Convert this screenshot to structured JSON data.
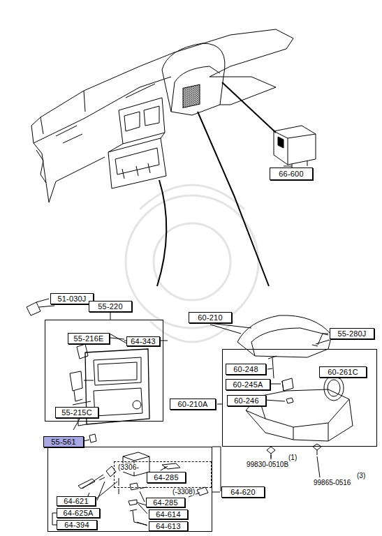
{
  "diagram": {
    "nodes": [
      {
        "text": [
          "66-600"
        ]
      },
      {
        "text": [
          "51-030J"
        ]
      },
      {
        "text": [
          "55-220"
        ]
      },
      {
        "text": [
          "55-216E"
        ],
        "in": 2
      },
      {
        "text": [
          "64-343"
        ],
        "in": 2
      },
      {
        "text": [
          "55-215C"
        ],
        "in": 2
      },
      {
        "text": [
          "55-561"
        ]
      },
      {
        "text": [
          "60-210"
        ]
      },
      {
        "text": [
          "55-280J"
        ]
      },
      {
        "text": [
          "60-210A"
        ]
      },
      {
        "text": [
          "60-248"
        ],
        "in": 9
      },
      {
        "text": [
          "60-245A"
        ],
        "in": 9
      },
      {
        "text": [
          "60-246"
        ],
        "in": 9
      },
      {
        "text": [
          "60-261C"
        ],
        "in": 9
      },
      {
        "text": [
          "64-620"
        ]
      },
      {
        "text": [
          "(3306-"
        ],
        "in": 14
      },
      {
        "text": [
          "64-285"
        ],
        "in": 15
      },
      {
        "text": [
          "64-621"
        ],
        "in": 14
      },
      {
        "text": [
          "64-625A"
        ],
        "in": 14
      },
      {
        "text": [
          "64-394"
        ],
        "in": 14
      },
      {
        "text": [
          "64-285"
        ],
        "in": 14
      },
      {
        "text": [
          "64-614"
        ],
        "in": 14
      },
      {
        "text": [
          "64-613"
        ],
        "in": 14
      }
    ],
    "edges": [
      {
        "from": 18,
        "to": 19,
        "arrow": "none"
      }
    ],
    "labels": [
      "99830-0510B",
      "(1)",
      "99865-0516",
      "(3)",
      "(-3308)"
    ]
  }
}
